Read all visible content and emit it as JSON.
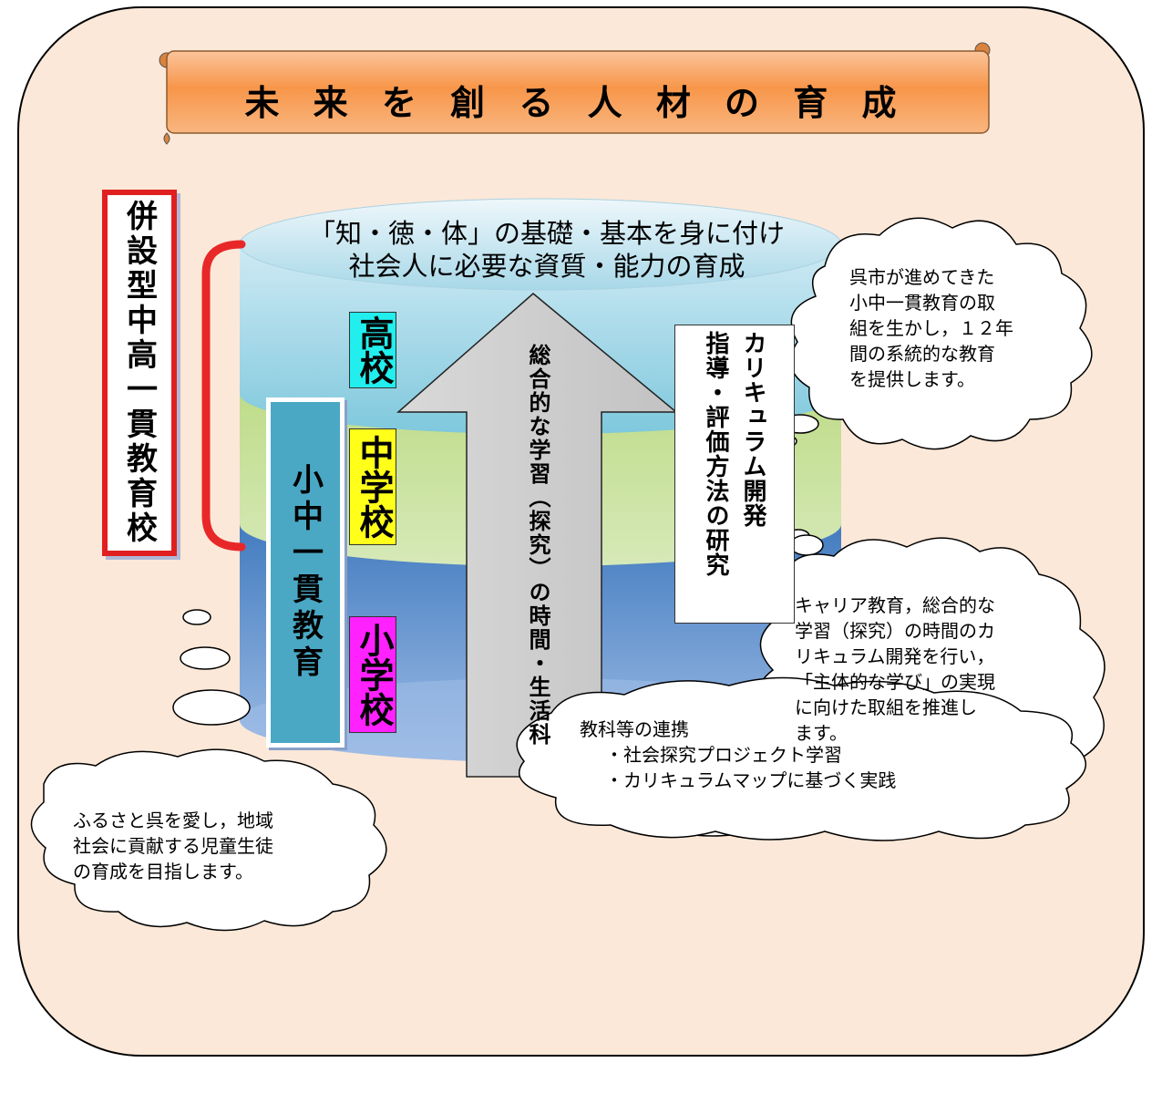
{
  "title": "未 来 を 創 る 人 材 の 育 成",
  "side_label": "併設型中高一貫教育校",
  "cylinder_top": {
    "line1": "「知・徳・体」の基礎・基本を身に付け",
    "line2": "社会人に必要な資質・能力の育成"
  },
  "schools": {
    "high": "高校",
    "middle": "中学校",
    "elementary": "小学校"
  },
  "elem_mid_label": "小中一貫教育",
  "arrow_label": "総合的な学習（探究）の時間・生活科",
  "curriculum": {
    "line1": "カリキュラム開発",
    "line2": "指導・評価方法の研究"
  },
  "clouds": {
    "kure": [
      "呉市が進めてきた",
      "小中一貫教育の取",
      "組を生かし，１２年",
      "間の系統的な教育",
      "を提供します。"
    ],
    "career": [
      "キャリア教育，総合的な",
      "学習（探究）の時間のカ",
      "リキュラム開発を行い，",
      "「主体的な学び」の実現",
      "に向けた取組を推進し",
      "ます。"
    ],
    "furusato": [
      "ふるさと呉を愛し，地域",
      "社会に貢献する児童生徒",
      "の育成を目指します。"
    ],
    "subjects": [
      "教科等の連携",
      "・社会探究プロジェクト学習",
      "・カリキュラムマップに基づく実践"
    ]
  },
  "colors": {
    "background_panel": "#fce8d8",
    "title_banner": "#f59a4a",
    "high_box": "#22eeee",
    "middle_box": "#ffff1a",
    "elementary_box": "#ff22ff",
    "bracket": "#e82828"
  }
}
